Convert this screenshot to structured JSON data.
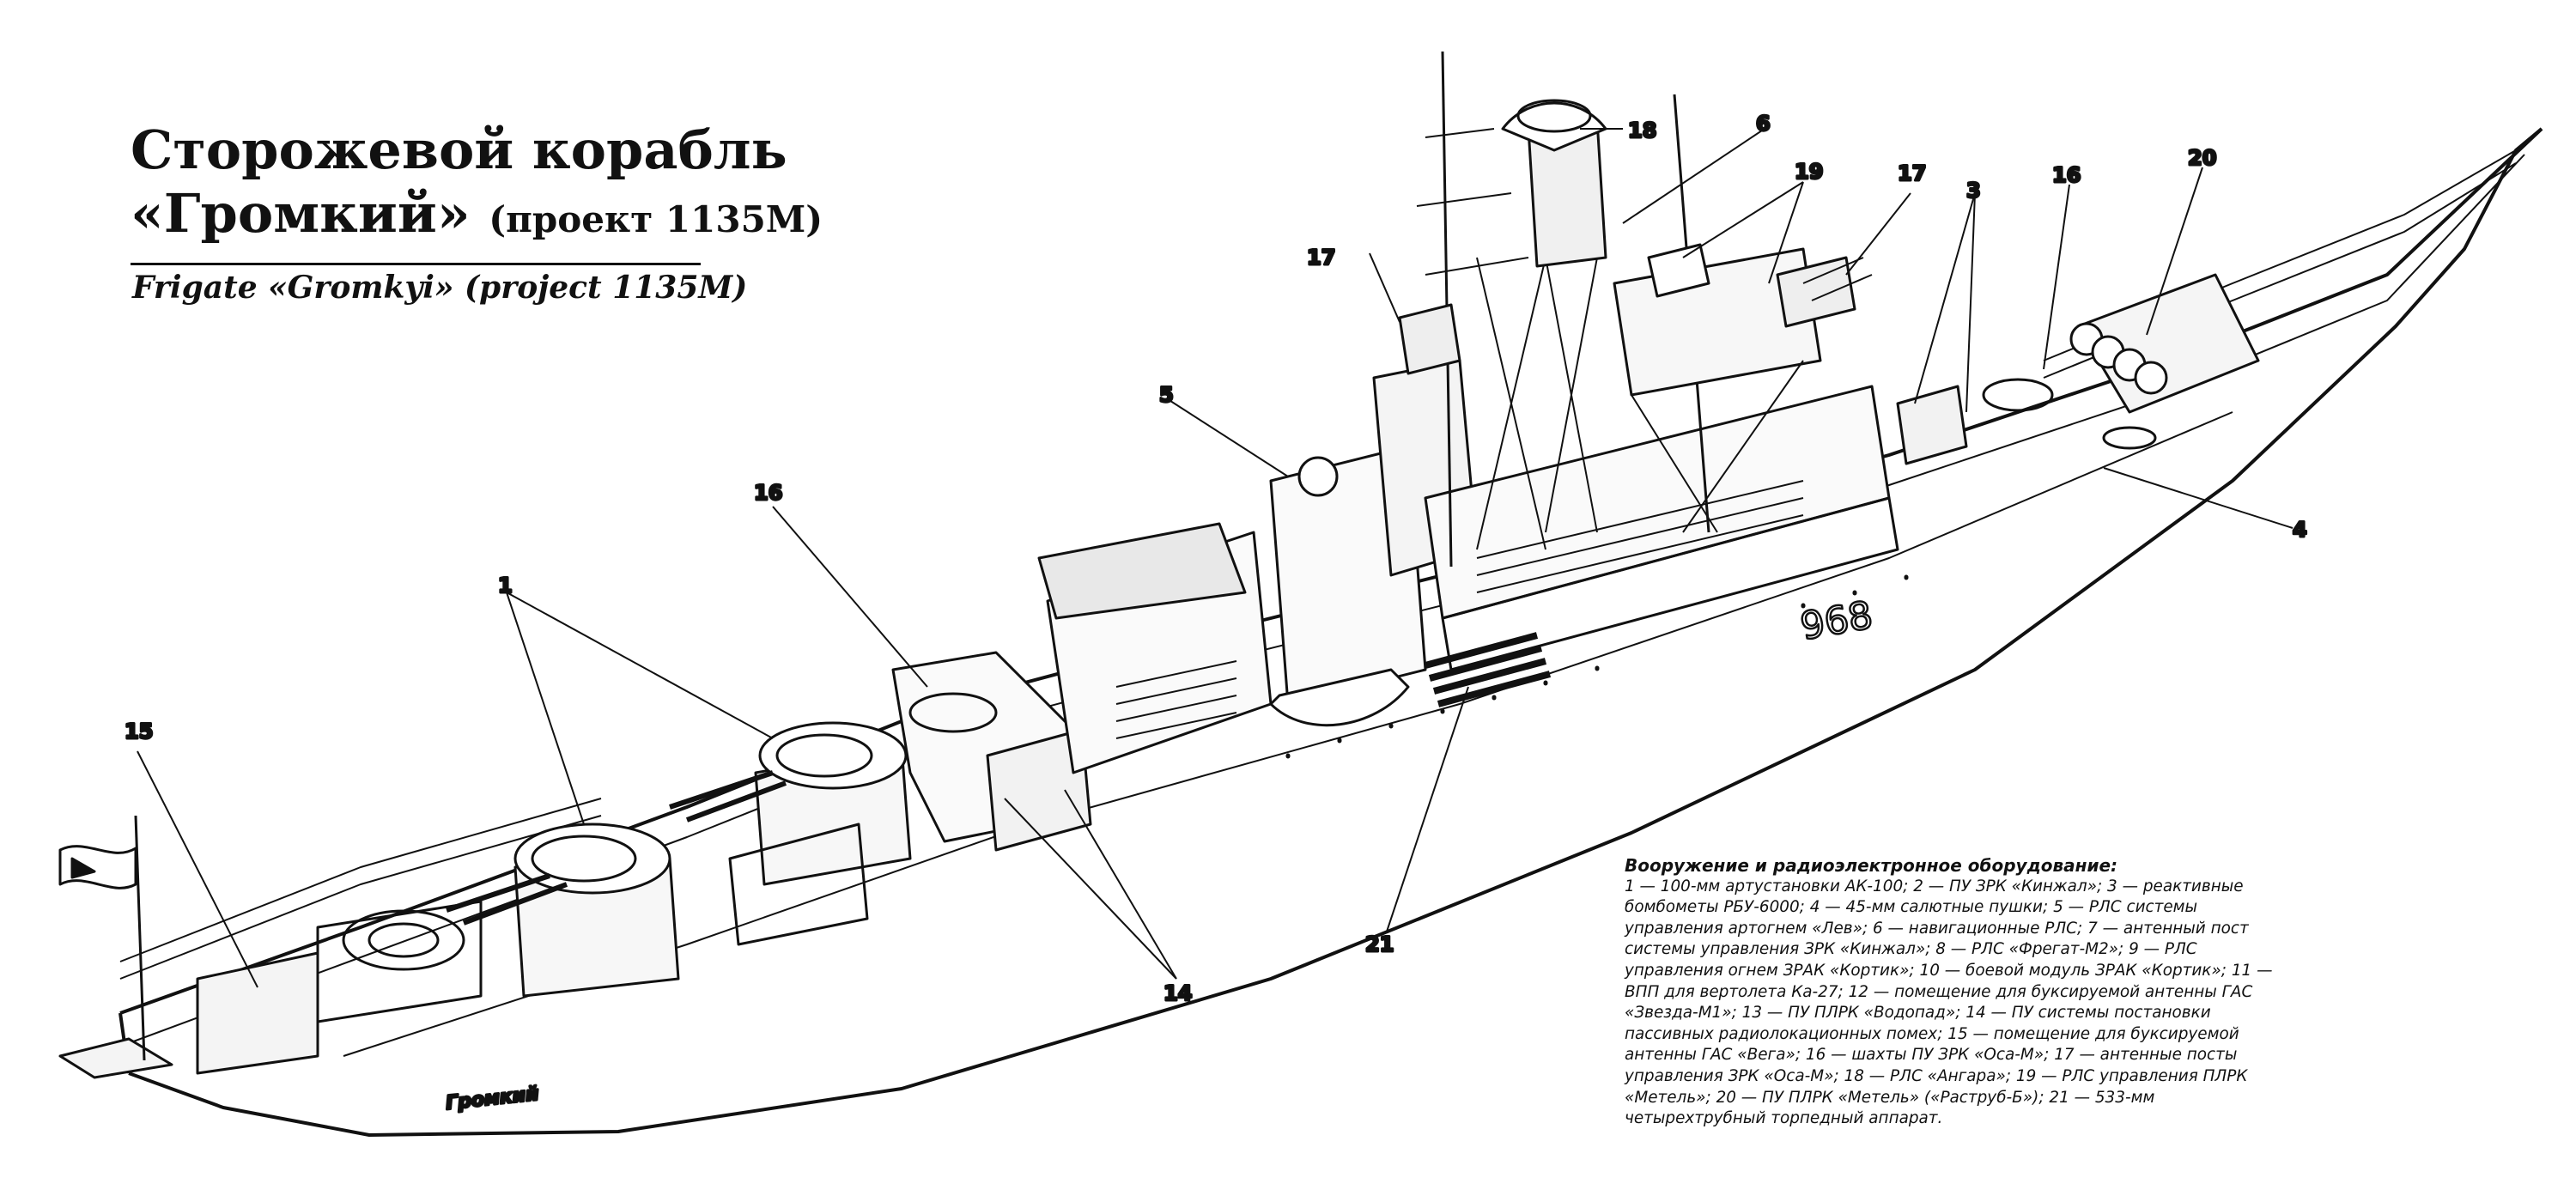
{
  "title": {
    "ru_main": "Сторожевой корабль",
    "ru_name": "«Громкий»",
    "ru_project": "(проект 1135М)",
    "en": "Frigate «Gromkyi» (project 1135M)"
  },
  "ship_markings": {
    "hull_number": "968",
    "stern_name": "Громкий"
  },
  "callouts": [
    "1",
    "3",
    "4",
    "5",
    "6",
    "14",
    "15",
    "16",
    "16",
    "17",
    "17",
    "18",
    "19",
    "20",
    "21"
  ],
  "legend": {
    "heading": "Вооружение и радиоэлектронное оборудование:",
    "items": [
      "1 — 100-мм артустановки АК-100;",
      "2 — ПУ ЗРК «Кинжал»;",
      "3 — реактивные бомбометы РБУ-6000;",
      "4 — 45-мм салютные пушки;",
      "5 — РЛС системы управления артогнем «Лев»;",
      "6 — навигационные РЛС;",
      "7 — антенный пост системы управления ЗРК «Кинжал»;",
      "8 — РЛС «Фрегат-М2»;",
      "9 — РЛС управления огнем ЗРАК «Кортик»;",
      "10 — боевой модуль ЗРАК «Кортик»;",
      "11 — ВПП для вертолета Ка-27;",
      "12 — помещение для буксируемой антенны ГАС «Звезда-М1»;",
      "13 — ПУ ПЛРК «Водопад»;",
      "14 — ПУ системы постановки пассивных радиолокационных помех;",
      "15 — помещение для буксируемой антенны ГАС «Вега»;",
      "16 — шахты ПУ ЗРК «Оса-М»;",
      "17 — антенные посты управления ЗРК «Оса-М»;",
      "18 — РЛС «Ангара»;",
      "19 — РЛС управления ПЛРК «Метель»;",
      "20 — ПУ ПЛРК «Метель» («Раструб-Б»);",
      "21 — 533-мм четырехтрубный торпедный аппарат."
    ]
  }
}
